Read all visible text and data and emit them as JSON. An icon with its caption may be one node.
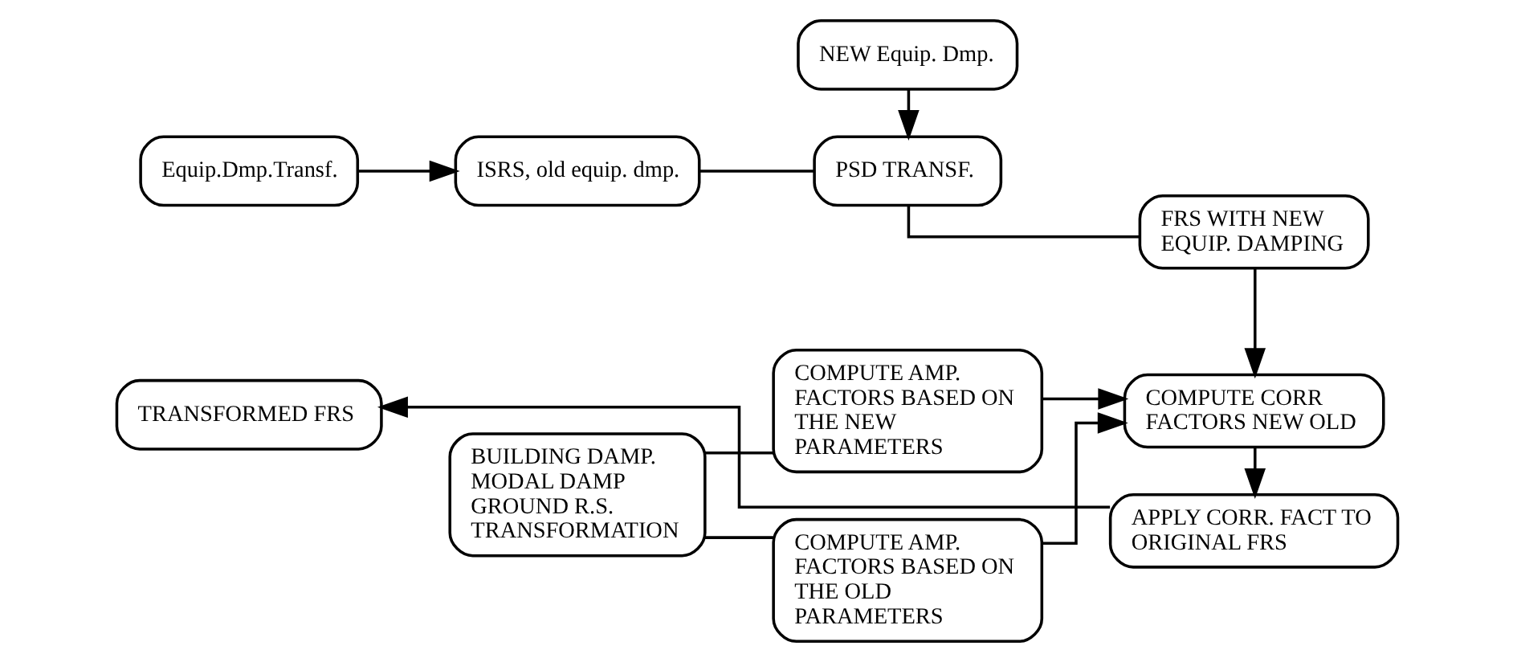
{
  "diagram": {
    "nodes": [
      {
        "text": [
          "Equip.Dmp.Transf."
        ]
      },
      {
        "text": [
          "ISRS, old equip. dmp."
        ]
      },
      {
        "text": [
          "PSD TRANSF."
        ]
      },
      {
        "text": [
          "FRS WITH NEW EQUIP. DAMPING"
        ]
      },
      {
        "text": [
          "NEW Equip. Dmp."
        ]
      },
      {
        "text": [
          "BUILDING DAMP. MODAL DAMP GROUND R.S. TRANSFORMATION"
        ]
      },
      {
        "text": [
          "COMPUTE AMP. FACTORS BASED ON THE OLD PARAMETERS"
        ]
      },
      {
        "text": [
          "COMPUTE AMP. FACTORS BASED ON THE NEW PARAMETERS"
        ]
      },
      {
        "text": [
          "COMPUTE CORR FACTORS NEW OLD"
        ]
      },
      {
        "text": [
          "APPLY CORR. FACT TO ORIGINAL FRS"
        ]
      },
      {
        "text": [
          "TRANSFORMED FRS"
        ]
      }
    ],
    "edges": [
      {
        "from": 0,
        "to": 1,
        "arrow": "to"
      },
      {
        "from": 1,
        "to": 2,
        "arrow": "none"
      },
      {
        "from": 4,
        "to": 2,
        "arrow": "to"
      },
      {
        "from": 2,
        "to": 3,
        "arrow": "none"
      },
      {
        "from": 3,
        "to": 8,
        "arrow": "to"
      },
      {
        "from": 5,
        "to": 6,
        "arrow": "none"
      },
      {
        "from": 5,
        "to": 7,
        "arrow": "none"
      },
      {
        "from": 6,
        "to": 8,
        "arrow": "to"
      },
      {
        "from": 7,
        "to": 8,
        "arrow": "to"
      },
      {
        "from": 8,
        "to": 9,
        "arrow": "to"
      },
      {
        "from": 9,
        "to": 10,
        "arrow": "to"
      }
    ]
  }
}
